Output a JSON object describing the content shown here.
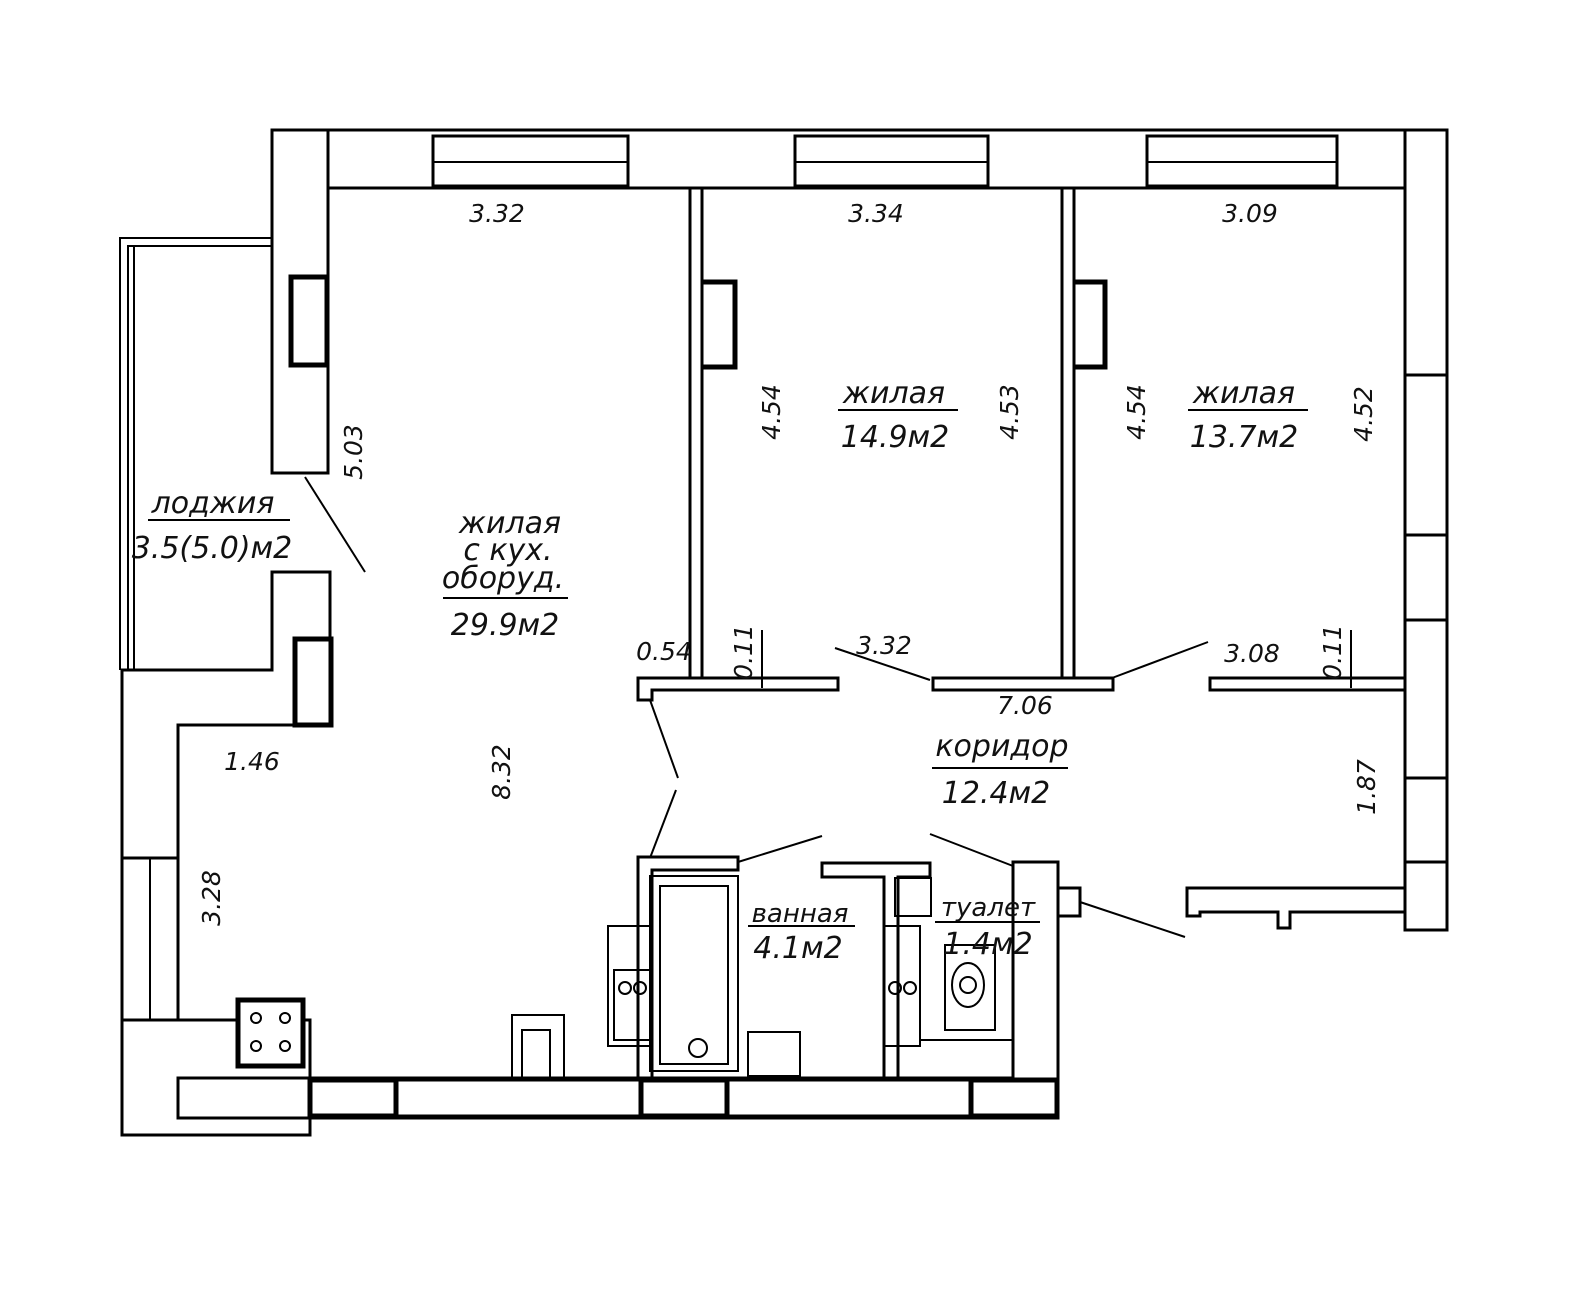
{
  "rooms": {
    "living_kitchen": {
      "name_line1": "жилая",
      "name_line2": "с кух.",
      "name_line3": "оборуд.",
      "area": "29.9м2"
    },
    "bedroom_1": {
      "name": "жилая",
      "area": "14.9м2"
    },
    "bedroom_2": {
      "name": "жилая",
      "area": "13.7м2"
    },
    "loggia": {
      "name": "лоджия",
      "area": "3.5(5.0)м2"
    },
    "corridor": {
      "name": "коридор",
      "area": "12.4м2"
    },
    "bathroom": {
      "name": "ванная",
      "area": "4.1м2"
    },
    "toilet": {
      "name": "туалет",
      "area": "1.4м2"
    }
  },
  "dimensions": {
    "kitchen_top_width": "3.32",
    "bedroom1_top_width": "3.34",
    "bedroom2_top_width": "3.09",
    "kitchen_side": "5.03",
    "bedroom1_left": "4.54",
    "bedroom1_right": "4.53",
    "bedroom2_left": "4.54",
    "bedroom2_right": "4.52",
    "corridor_step": "0.54",
    "wall_a": "0.11",
    "bedroom1_bottom": "3.32",
    "bedroom2_bottom": "3.08",
    "wall_b": "0.11",
    "corridor_length": "7.06",
    "kitchen_step": "1.46",
    "kitchen_length": "8.32",
    "kitchen_lower": "3.28",
    "corridor_right": "1.87"
  }
}
